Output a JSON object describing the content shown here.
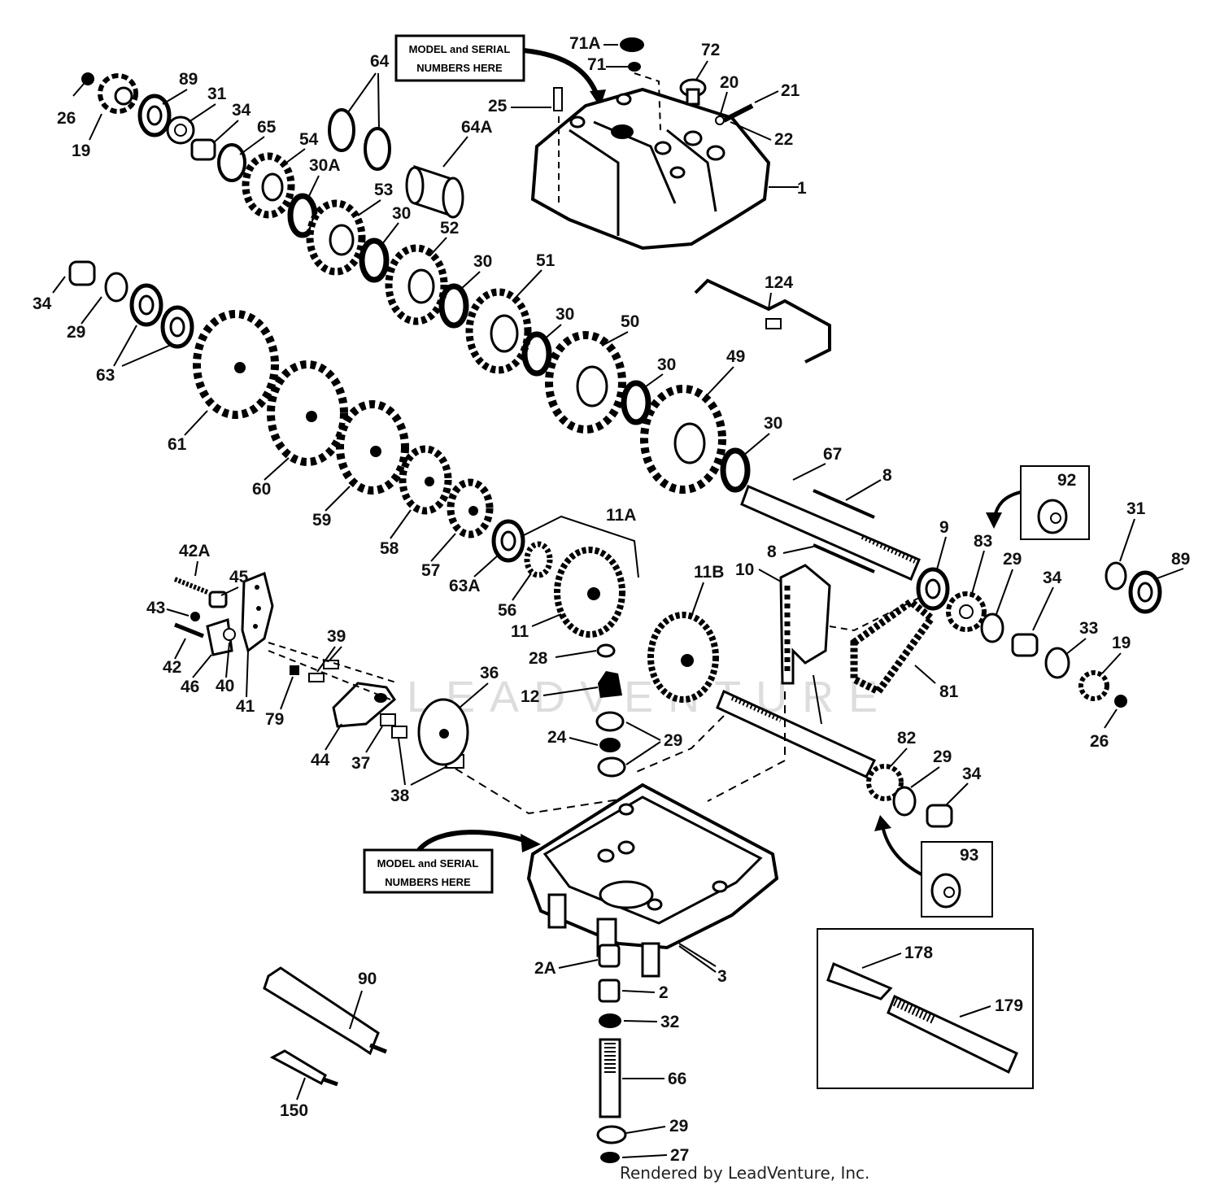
{
  "callouts": {
    "top_line1": "MODEL and SERIAL",
    "top_line2": "NUMBERS HERE",
    "bottom_line1": "MODEL and SERIAL",
    "bottom_line2": "NUMBERS HERE"
  },
  "watermark": "LEADVENTURE",
  "credit": "Rendered by LeadVenture, Inc.",
  "labels": [
    "26",
    "19",
    "89",
    "31",
    "34",
    "65",
    "64",
    "54",
    "30A",
    "64A",
    "53",
    "30",
    "52",
    "30",
    "51",
    "30",
    "50",
    "30",
    "49",
    "30",
    "25",
    "71A",
    "71",
    "72",
    "20",
    "21",
    "22",
    "1",
    "124",
    "34",
    "29",
    "63",
    "61",
    "60",
    "59",
    "58",
    "57",
    "63A",
    "56",
    "11A",
    "11",
    "11B",
    "67",
    "8",
    "8",
    "92",
    "9",
    "83",
    "29",
    "31",
    "89",
    "34",
    "33",
    "19",
    "26",
    "10",
    "81",
    "42A",
    "45",
    "43",
    "42",
    "46",
    "40",
    "41",
    "39",
    "79",
    "44",
    "37",
    "38",
    "36",
    "28",
    "12",
    "24",
    "29",
    "82",
    "29",
    "34",
    "93",
    "2A",
    "2",
    "32",
    "66",
    "29",
    "27",
    "3",
    "90",
    "150",
    "178",
    "179"
  ],
  "icons": [
    "gear-icon",
    "bearing-icon",
    "washer-icon",
    "shaft-icon",
    "housing-icon",
    "sprocket-icon",
    "chain-icon",
    "tube-icon"
  ]
}
